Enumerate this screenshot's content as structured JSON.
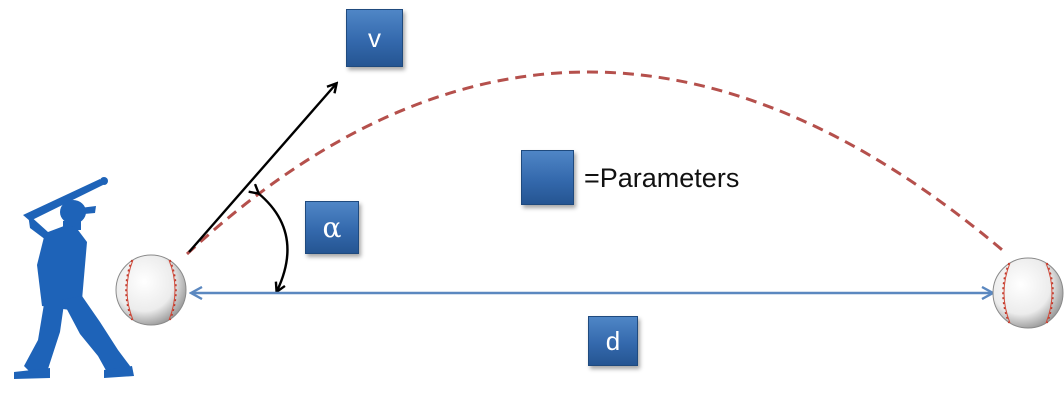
{
  "diagram": {
    "parameters": {
      "velocity": "v",
      "angle": "α",
      "distance": "d"
    },
    "legend": {
      "text": "=Parameters"
    },
    "icons": {
      "batter": "batter-silhouette-icon",
      "ball": "baseball-icon"
    },
    "colors": {
      "parameter_box": "#3469ad",
      "trajectory": "#b5504c",
      "distance_arrow": "#5b88c0",
      "batter": "#1e63b8",
      "velocity_arrow": "#000000"
    }
  }
}
